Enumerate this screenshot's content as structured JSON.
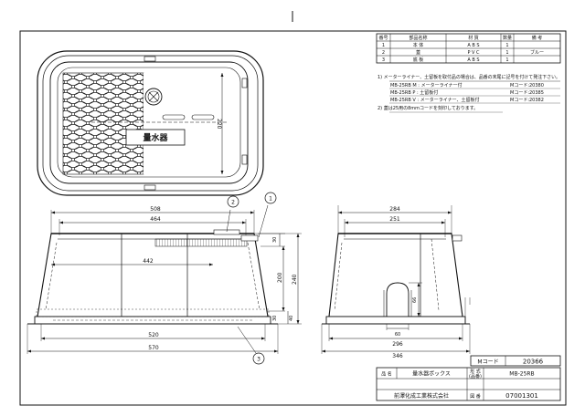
{
  "parts_table": {
    "headers": [
      "番号",
      "部品名称",
      "材 質",
      "数量",
      "備 考"
    ],
    "rows": [
      {
        "no": "1",
        "name": "本 体",
        "material": "A B S",
        "qty": "1",
        "note": ""
      },
      {
        "no": "2",
        "name": "蓋",
        "material": "P V C",
        "qty": "1",
        "note": "ブルー"
      },
      {
        "no": "3",
        "name": "底 板",
        "material": "A B S",
        "qty": "1",
        "note": ""
      }
    ]
  },
  "notes": {
    "note1": "1) メーターライナー、土留板を取付品の場合は、品番の末尾に記号を付けて発注下さい。",
    "variants": [
      {
        "code": "MB-25RB M : メーターライナー付",
        "mcode": "Mコード:20380"
      },
      {
        "code": "MB-25RB P : 土留板付",
        "mcode": "Mコード:20385"
      },
      {
        "code": "MB-25RB V : メーターライナー、土留板付",
        "mcode": "Mコード:20382"
      }
    ],
    "note2": "2) 蓋は25用の8mmコードを刻印しております。"
  },
  "lid": {
    "brand": "量水器",
    "dim_220": "220"
  },
  "front_view": {
    "dims": [
      "508",
      "464",
      "442",
      "520",
      "570",
      "30",
      "200",
      "240",
      "30",
      "40"
    ]
  },
  "side_view": {
    "dims": [
      "284",
      "251",
      "66",
      "60",
      "296",
      "346"
    ]
  },
  "balloons": [
    "1",
    "2",
    "3"
  ],
  "title_block": {
    "mcode_label": "Mコード",
    "mcode_value": "20366",
    "name_label": "品 名",
    "name_value": "量水器ボックス",
    "model_label_1": "形 式",
    "model_label_2": "(品番)",
    "model_value": "MB-25RB",
    "company": "前澤化成工業株式会社",
    "drawing_no_label": "図 番",
    "drawing_no": "07001301"
  },
  "colors": {
    "line": "#111111",
    "paper": "#ffffff"
  }
}
